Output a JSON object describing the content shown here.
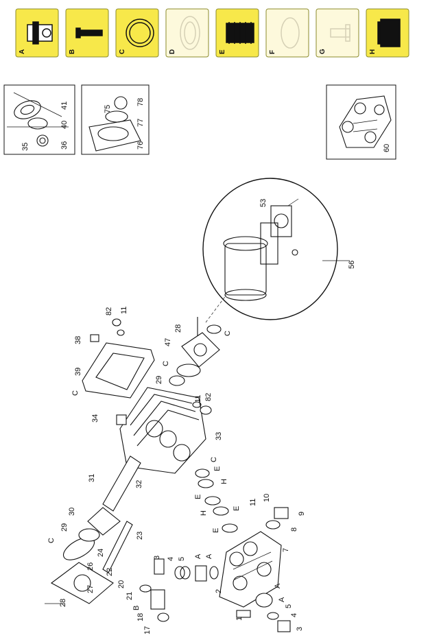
{
  "kits": [
    {
      "letter": "A",
      "active": true,
      "icon": "valve-icon"
    },
    {
      "letter": "B",
      "active": true,
      "icon": "pin-icon"
    },
    {
      "letter": "C",
      "active": true,
      "icon": "o-ring-icon"
    },
    {
      "letter": "D",
      "active": false,
      "icon": "bearing-icon"
    },
    {
      "letter": "E",
      "active": true,
      "icon": "seal-pack-icon"
    },
    {
      "letter": "F",
      "active": false,
      "icon": "ring-icon"
    },
    {
      "letter": "G",
      "active": false,
      "icon": "plug-icon"
    },
    {
      "letter": "H",
      "active": true,
      "icon": "sleeve-icon"
    }
  ],
  "colors": {
    "active_fill": "#f7e84a",
    "inactive_fill": "#fdf9dc",
    "outline": "#111111"
  },
  "inset_left": {
    "labels": [
      "35",
      "36",
      "40",
      "41"
    ]
  },
  "inset_mid": {
    "labels": [
      "75",
      "76",
      "77",
      "78"
    ]
  },
  "inset_right": {
    "labels": [
      "60"
    ]
  },
  "detail_circle": {
    "labels": [
      "53",
      "56"
    ]
  },
  "labels": [
    {
      "id": "1",
      "text": "1"
    },
    {
      "id": "2",
      "text": "2"
    },
    {
      "id": "3a",
      "text": "3"
    },
    {
      "id": "3b",
      "text": "3"
    },
    {
      "id": "4a",
      "text": "4"
    },
    {
      "id": "4b",
      "text": "4"
    },
    {
      "id": "5a",
      "text": "5"
    },
    {
      "id": "5b",
      "text": "5"
    },
    {
      "id": "7",
      "text": "7"
    },
    {
      "id": "8",
      "text": "8"
    },
    {
      "id": "9",
      "text": "9"
    },
    {
      "id": "10",
      "text": "10"
    },
    {
      "id": "11a",
      "text": "11"
    },
    {
      "id": "11b",
      "text": "11"
    },
    {
      "id": "11c",
      "text": "11"
    },
    {
      "id": "17",
      "text": "17"
    },
    {
      "id": "18",
      "text": "18"
    },
    {
      "id": "20",
      "text": "20"
    },
    {
      "id": "21",
      "text": "21"
    },
    {
      "id": "22",
      "text": "22"
    },
    {
      "id": "23",
      "text": "23"
    },
    {
      "id": "24",
      "text": "24"
    },
    {
      "id": "26",
      "text": "26"
    },
    {
      "id": "27",
      "text": "27"
    },
    {
      "id": "28a",
      "text": "28"
    },
    {
      "id": "28b",
      "text": "28"
    },
    {
      "id": "29a",
      "text": "29"
    },
    {
      "id": "29b",
      "text": "29"
    },
    {
      "id": "30",
      "text": "30"
    },
    {
      "id": "31",
      "text": "31"
    },
    {
      "id": "32",
      "text": "32"
    },
    {
      "id": "33",
      "text": "33"
    },
    {
      "id": "34",
      "text": "34"
    },
    {
      "id": "38",
      "text": "38"
    },
    {
      "id": "39",
      "text": "39"
    },
    {
      "id": "47",
      "text": "47"
    },
    {
      "id": "82a",
      "text": "82"
    },
    {
      "id": "82b",
      "text": "82"
    },
    {
      "id": "Ca",
      "text": "C"
    },
    {
      "id": "Cb",
      "text": "C"
    },
    {
      "id": "Cc",
      "text": "C"
    },
    {
      "id": "Cd",
      "text": "C"
    },
    {
      "id": "Ce",
      "text": "C"
    },
    {
      "id": "Aa",
      "text": "A"
    },
    {
      "id": "Ab",
      "text": "A"
    },
    {
      "id": "Ac",
      "text": "A"
    },
    {
      "id": "Ad",
      "text": "A"
    },
    {
      "id": "Bb",
      "text": "B"
    },
    {
      "id": "Ea",
      "text": "E"
    },
    {
      "id": "Eb",
      "text": "E"
    },
    {
      "id": "Ec",
      "text": "E"
    },
    {
      "id": "Ed",
      "text": "E"
    },
    {
      "id": "Ha",
      "text": "H"
    },
    {
      "id": "Hb",
      "text": "H"
    }
  ]
}
